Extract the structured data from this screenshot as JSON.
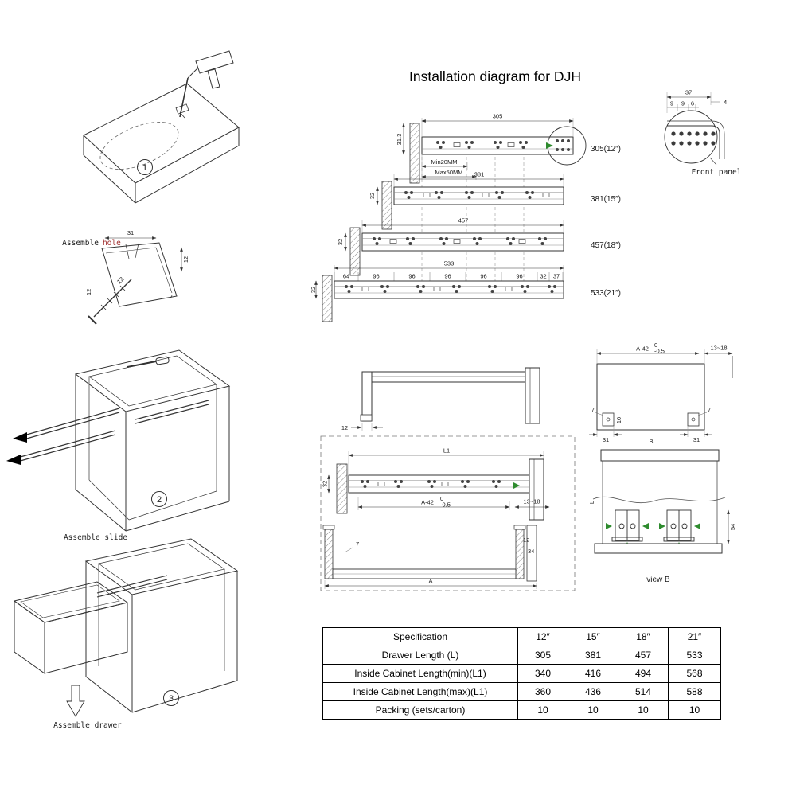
{
  "title": "Installation diagram for DJH",
  "steps": {
    "one": {
      "num": "1",
      "label_a": "Assemble",
      "label_b": "hole"
    },
    "two": {
      "num": "2",
      "label": "Assemble slide"
    },
    "three": {
      "num": "3",
      "label": "Assemble drawer"
    }
  },
  "hole_detail": {
    "d31": "31",
    "d12a": "12",
    "d12b": "12",
    "d12c": "12",
    "d7": "7"
  },
  "rails": {
    "r1": {
      "len": "305",
      "size": "305(12″)",
      "h": "31.3"
    },
    "r2": {
      "len": "381",
      "size": "381(15″)",
      "h": "32"
    },
    "r3": {
      "len": "457",
      "size": "457(18″)",
      "h": "32"
    },
    "r4": {
      "len": "533",
      "size": "533(21″)",
      "h": "32"
    },
    "min": "Min20MM",
    "max": "Max50MM",
    "segs": [
      "64",
      "96",
      "96",
      "96",
      "96",
      "96",
      "32",
      "37"
    ]
  },
  "front_panel": {
    "label": "Front panel",
    "d37": "37",
    "d9a": "9",
    "d9b": "9",
    "d6": "6",
    "d4": "4"
  },
  "mid": {
    "d12": "12",
    "boxb": {
      "a42": "A-42",
      "tol_top": "0",
      "tol_bot": "-0.5",
      "gap": "13~18",
      "d7l": "7",
      "d10": "10",
      "d7r": "7",
      "d31l": "31",
      "b": "B",
      "d31r": "31"
    },
    "section": {
      "l1": "L1",
      "d32": "32",
      "a42": "A-42",
      "tol_top": "0",
      "tol_bot": "-0.5",
      "gap": "13~18",
      "d7": "7",
      "d12": "12",
      "d34": "34",
      "a": "A"
    },
    "viewb": {
      "d54": "54",
      "l": "L",
      "label": "view B"
    }
  },
  "table": {
    "headers": [
      "Specification",
      "12″",
      "15″",
      "18″",
      "21″"
    ],
    "rows": [
      {
        "label": "Drawer Length (L)",
        "v": [
          "305",
          "381",
          "457",
          "533"
        ]
      },
      {
        "label": "Inside Cabinet Length(min)(L1)",
        "v": [
          "340",
          "416",
          "494",
          "568"
        ]
      },
      {
        "label": "Inside Cabinet Length(max)(L1)",
        "v": [
          "360",
          "436",
          "514",
          "588"
        ]
      },
      {
        "label": "Packing (sets/carton)",
        "v": [
          "10",
          "10",
          "10",
          "10"
        ]
      }
    ]
  }
}
